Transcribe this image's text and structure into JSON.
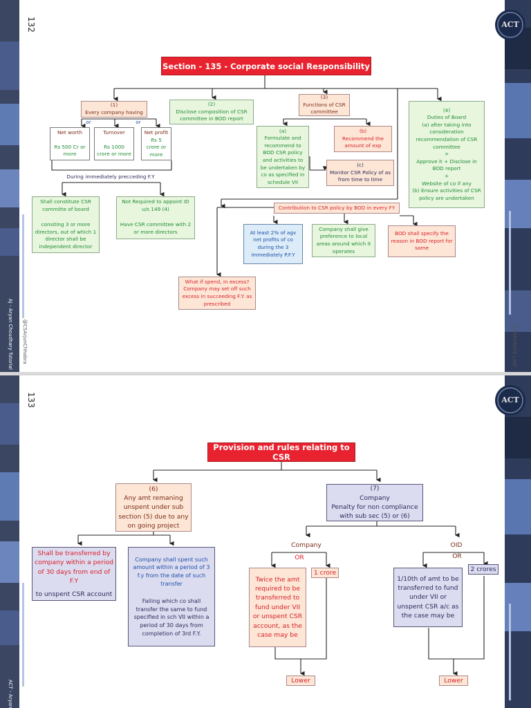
{
  "page1": {
    "page_number": "132",
    "side_left": "AJ - Aryan Choudhary Tutorial",
    "side_left_handle": "@CSArjunChhabra",
    "side_right": "CORPORATE LAW",
    "logo_text": "ACT",
    "title": "Section - 135 - Corporate social Responsibility",
    "n1": "(1)",
    "n1_label": "Every company having",
    "or1": "or",
    "or2": "or",
    "networth_h": "Net worth",
    "networth_v": "Rs 500 Cr or more",
    "turnover_h": "Turnover",
    "turnover_v": "Rs 1000 crore or more",
    "netprofit_h": "Net profit",
    "netprofit_v": "Rs 5 crore or more",
    "during": "During immediately precceding F.Y",
    "shall_a": "Shall constitute CSR committe of board",
    "shall_b": "consiting 3 or more directors, out of which 1 director shall be independent director",
    "notreq_a": "Not Required to appoint ID u/s 149 (4)",
    "notreq_b": "Have CSR committee with 2 or more directors",
    "n2": "(2)",
    "n2_text": "Disclose composition of CSR committee in BOD report",
    "n3": "(3)",
    "n3_text": "Functions of CSR committee",
    "a_h": "(a)",
    "a_text": "Formulate and recommend to BOD CSR policy and activities to be undertaken by co as specified in schedule VII",
    "b_h": "(b)",
    "b_text": "Recommend the amount of exp",
    "c_h": "(c)",
    "c_text": "Monitor CSR Policy of as from time to time",
    "n4": "(4)",
    "n4_text1": "Duties of Board",
    "n4_text2": "(a) after taking into consideration recommendation of CSR committee",
    "n4_plus1": "+",
    "n4_text3": "Approve it + Disclose in BOD report",
    "n4_plus2": "+",
    "n4_text4": "Website of co if any",
    "n4_text5": "(b) Ensure activities of CSR policy are undertaken",
    "contrib": "Contribution to CSR policy by BOD in every FY",
    "atleast": "At least 2% of agv net profits of co during the 3 immediately P.F.Y",
    "pref": "Company shall give preference to local areas around which it operates",
    "bod_specify": "BOD shall specify the reason in BOD report for same",
    "excess_q": "What if spend, in excess?",
    "excess_a": "Company may set off such excess in succeeding F.Y. as prescribed"
  },
  "page2": {
    "page_number": "133",
    "side_left": "ACT - Aryan",
    "logo_text": "ACT",
    "title": "Provision and rules relating to CSR",
    "n6": "(6)",
    "n6_text": "Any amt remaning unspent under sub section (5) due to any on going project",
    "n7": "(7)",
    "n7_text1": "Company",
    "n7_text2": "Penalty for non compliance with sub sec (5) or (6)",
    "transfer_a": "Shall be transferred by company within a period of 30 days from end of F.Y",
    "transfer_b": "to unspent CSR account",
    "spent_a": "Company shall spent such amount within a period of 3 f.y from the date of such transfer",
    "spent_b": "Failing which co shall transfer the same to fund specified in sch VII within a period of 30 days from completion of 3rd F.Y.",
    "company_lbl": "Company",
    "oid_lbl": "OID",
    "or_a": "OR",
    "or_b": "OR",
    "twice": "Twice the amt required to be transferred to fund under VII or unspent CSR account, as the case may be",
    "one_crore": "1 crore",
    "tenth": "1/10th of amt to be transferred to fund under VII or unspent CSR a/c as the case may be",
    "two_crores": "2 crores",
    "lower1": "Lower",
    "lower2": "Lower"
  },
  "colors": {
    "title_red": "#e8232f",
    "peach": "#fde6d6",
    "green": "#e8f6de",
    "blue": "#dcecf8",
    "lavender": "#dcdcf0",
    "sidebar_navy": "#2e3b5a"
  }
}
